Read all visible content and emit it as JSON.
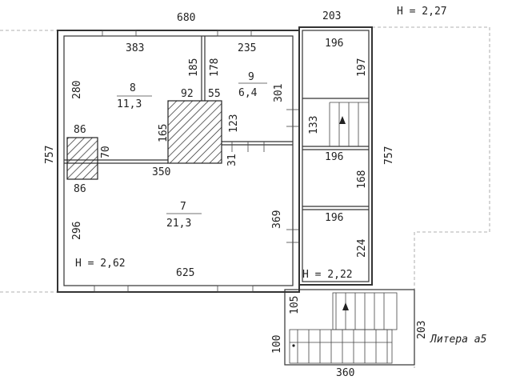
{
  "outer": {
    "top_width": "680",
    "height_left": "757",
    "bottom_width": "625",
    "height_label": "H = 2,62"
  },
  "room8": {
    "number": "8",
    "area": "11,3",
    "dim_top": "383",
    "dim_left": "280",
    "dim_right": "185",
    "dim_bottom": "350"
  },
  "room9": {
    "number": "9",
    "area": "6,4",
    "dim_top": "235",
    "dim_left": "178",
    "dim_right": "301"
  },
  "room7": {
    "number": "7",
    "area": "21,3",
    "dim_left": "296",
    "dim_right": "369"
  },
  "stove": {
    "dim_top": "92",
    "dim_left": "165",
    "dim_right_top": "55",
    "dim_right": "123",
    "dim_bottom_right": "31"
  },
  "chimney": {
    "dim_top": "86",
    "dim_bottom": "86",
    "dim_right": "70"
  },
  "annex": {
    "top_width": "203",
    "height_label": "H = 2,27",
    "room_top_width": "196",
    "room_top_height": "197",
    "stair_height": "133",
    "room_mid_width": "196",
    "room_mid_height": "168",
    "room_bot_width": "196",
    "room_bot_height": "224",
    "side_height": "757",
    "bottom_height_label": "H = 2,22"
  },
  "porch": {
    "dim_left_top": "105",
    "dim_left": "100",
    "dim_bottom": "360",
    "dim_right": "203",
    "litera": "Литера а5"
  }
}
